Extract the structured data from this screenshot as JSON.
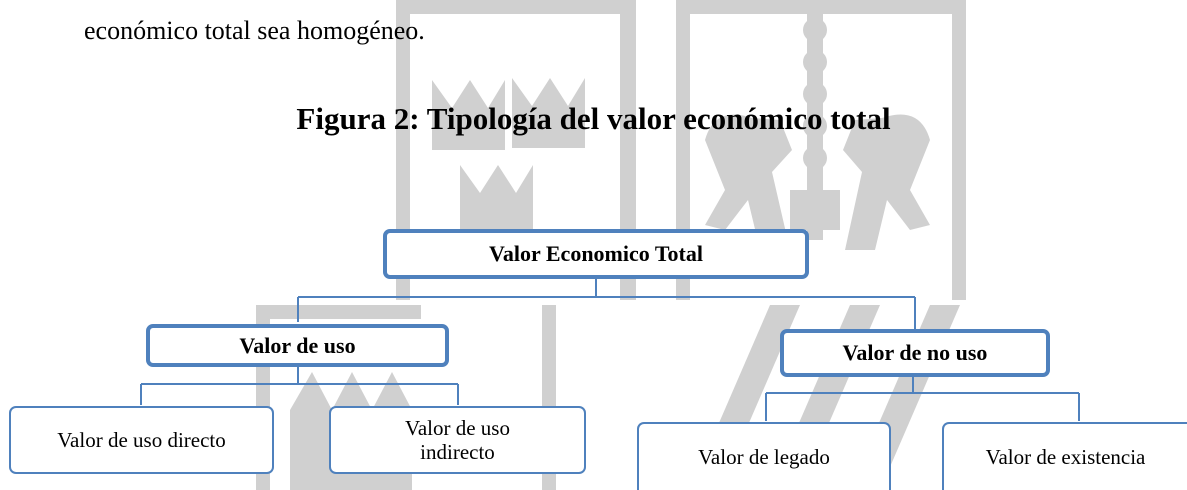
{
  "intro_text": "económico total sea homogéneo.",
  "figure_title": "Figura 2: Tipología del valor económico total",
  "diagram": {
    "root": "Valor Economico Total",
    "use": "Valor de uso",
    "non_use": "Valor de no uso",
    "direct_use": "Valor de uso directo",
    "indirect_use_line1": "Valor de uso",
    "indirect_use_line2": "indirecto",
    "legacy": "Valor de legado",
    "existence": "Valor de existencia"
  },
  "colors": {
    "box_border": "#4f81bd",
    "connector": "#4f81bd",
    "watermark": "#c8c8c8"
  }
}
